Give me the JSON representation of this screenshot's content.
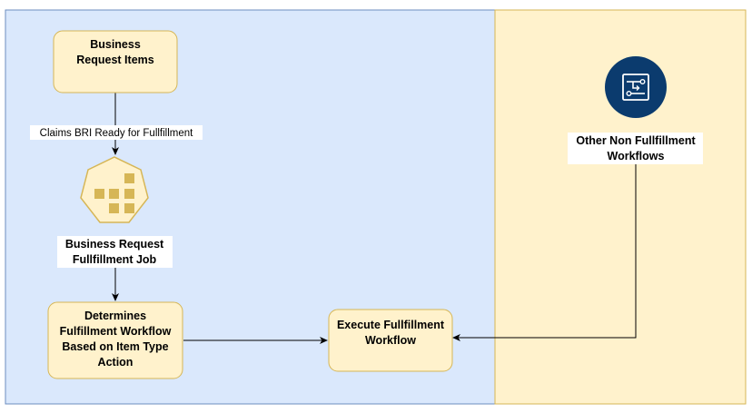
{
  "colors": {
    "left_lane_fill": "#dae8fc",
    "left_lane_stroke": "#6c8ebf",
    "right_lane_fill": "#fff2cc",
    "right_lane_stroke": "#d6b656",
    "node_fill": "#fff2cc",
    "node_stroke": "#d6b656",
    "icon_square": "#d6b656",
    "circle_fill": "#0b3b6e"
  },
  "nodes": {
    "business_request_items": {
      "lines": [
        "Business",
        "Request Items"
      ]
    },
    "fulfillment_job": {
      "lines": [
        "Business Request",
        "Fullfillment Job"
      ],
      "icon": "kubernetes-job-icon"
    },
    "determines_workflow": {
      "lines": [
        "Determines",
        "Fulfillment Workflow",
        "Based on Item Type",
        "Action"
      ]
    },
    "execute_workflow": {
      "lines": [
        "Execute Fullfillment",
        "Workflow"
      ]
    },
    "other_workflows": {
      "lines": [
        "Other Non Fullfillment",
        "Workflows"
      ],
      "icon": "workflow-icon"
    }
  },
  "edges": {
    "claims_label": "Claims BRI Ready for Fullfillment"
  }
}
